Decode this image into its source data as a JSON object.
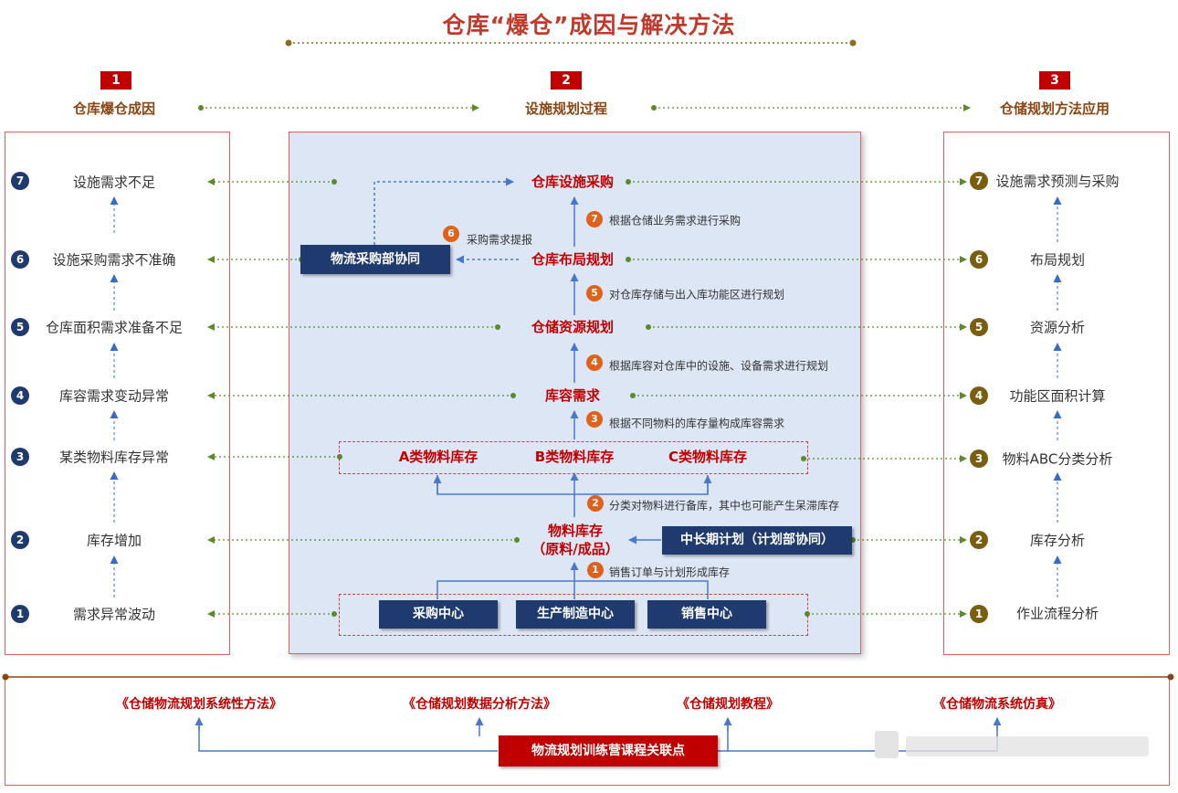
{
  "title": "仓库“爆仓”成因与解决方法",
  "columns": [
    {
      "num": "1",
      "label": "仓库爆仓成因"
    },
    {
      "num": "2",
      "label": "设施规划过程"
    },
    {
      "num": "3",
      "label": "仓储规划方法应用"
    }
  ],
  "left_items": [
    {
      "num": "7",
      "text": "设施需求不足"
    },
    {
      "num": "6",
      "text": "设施采购需求不准确"
    },
    {
      "num": "5",
      "text": "仓库面积需求准备不足"
    },
    {
      "num": "4",
      "text": "库容需求变动异常"
    },
    {
      "num": "3",
      "text": "某类物料库存异常"
    },
    {
      "num": "2",
      "text": "库存增加"
    },
    {
      "num": "1",
      "text": "需求异常波动"
    }
  ],
  "right_items": [
    {
      "num": "7",
      "text": "设施需求预测与采购"
    },
    {
      "num": "6",
      "text": "布局规划"
    },
    {
      "num": "5",
      "text": "资源分析"
    },
    {
      "num": "4",
      "text": "功能区面积计算"
    },
    {
      "num": "3",
      "text": "物料ABC分类分析"
    },
    {
      "num": "2",
      "text": "库存分析"
    },
    {
      "num": "1",
      "text": "作业流程分析"
    }
  ],
  "center": {
    "facility_purchase": "仓库设施采购",
    "layout_plan": "仓库布局规划",
    "resource_plan": "仓储资源规划",
    "capacity_demand": "库容需求",
    "class_a": "A类物料库存",
    "class_b": "B类物料库存",
    "class_c": "C类物料库存",
    "material_stock_line1": "物料库存",
    "material_stock_line2": "（原料/成品）",
    "procurement_dept": "物流采购部协同",
    "long_term_plan": "中长期计划（计划部协同）",
    "purchase_center": "采购中心",
    "production_center": "生产制造中心",
    "sales_center": "销售中心"
  },
  "annotations": [
    {
      "num": "7",
      "text": "根据仓储业务需求进行采购"
    },
    {
      "num": "6",
      "text": "采购需求提报"
    },
    {
      "num": "5",
      "text": "对仓库存储与出入库功能区进行规划"
    },
    {
      "num": "4",
      "text": "根据库容对仓库中的设施、设备需求进行规划"
    },
    {
      "num": "3",
      "text": "根据不同物料的库存量构成库容需求"
    },
    {
      "num": "2",
      "text": "分类对物料进行备库，其中也可能产生呆滞库存"
    },
    {
      "num": "1",
      "text": "销售订单与计划形成库存"
    }
  ],
  "courses": [
    "《仓储物流规划系统性方法》",
    "《仓储规划数据分析方法》",
    "《仓储规划教程》",
    "《仓储物流系统仿真》"
  ],
  "course_hub": "物流规划训练营课程关联点",
  "colors": {
    "accent_red": "#c00000",
    "navy": "#1f3a6e",
    "olive": "#7a5e10",
    "orange": "#e0611a",
    "panel_bg": "#dde6f4"
  }
}
